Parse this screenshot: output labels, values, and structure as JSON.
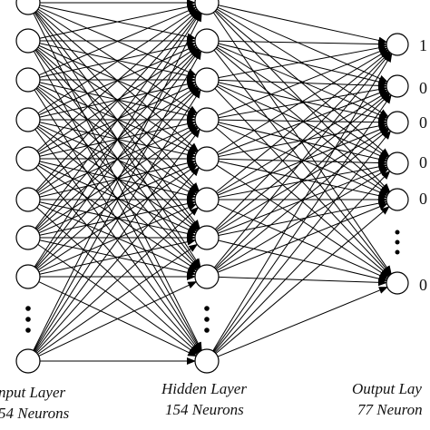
{
  "colors": {
    "background": "#ffffff",
    "line": "#000000",
    "node_fill": "#ffffff"
  },
  "layers": [
    {
      "id": "input",
      "caption": "nput Layer",
      "count": "54 Neurons"
    },
    {
      "id": "hidden",
      "caption": "Hidden Layer",
      "count": "154 Neurons"
    },
    {
      "id": "output",
      "caption": "Output Lay",
      "count": "77 Neuron"
    }
  ],
  "output_values": [
    "1",
    "0",
    "0",
    "0",
    "0",
    "0"
  ],
  "ellipsis": "⋮"
}
